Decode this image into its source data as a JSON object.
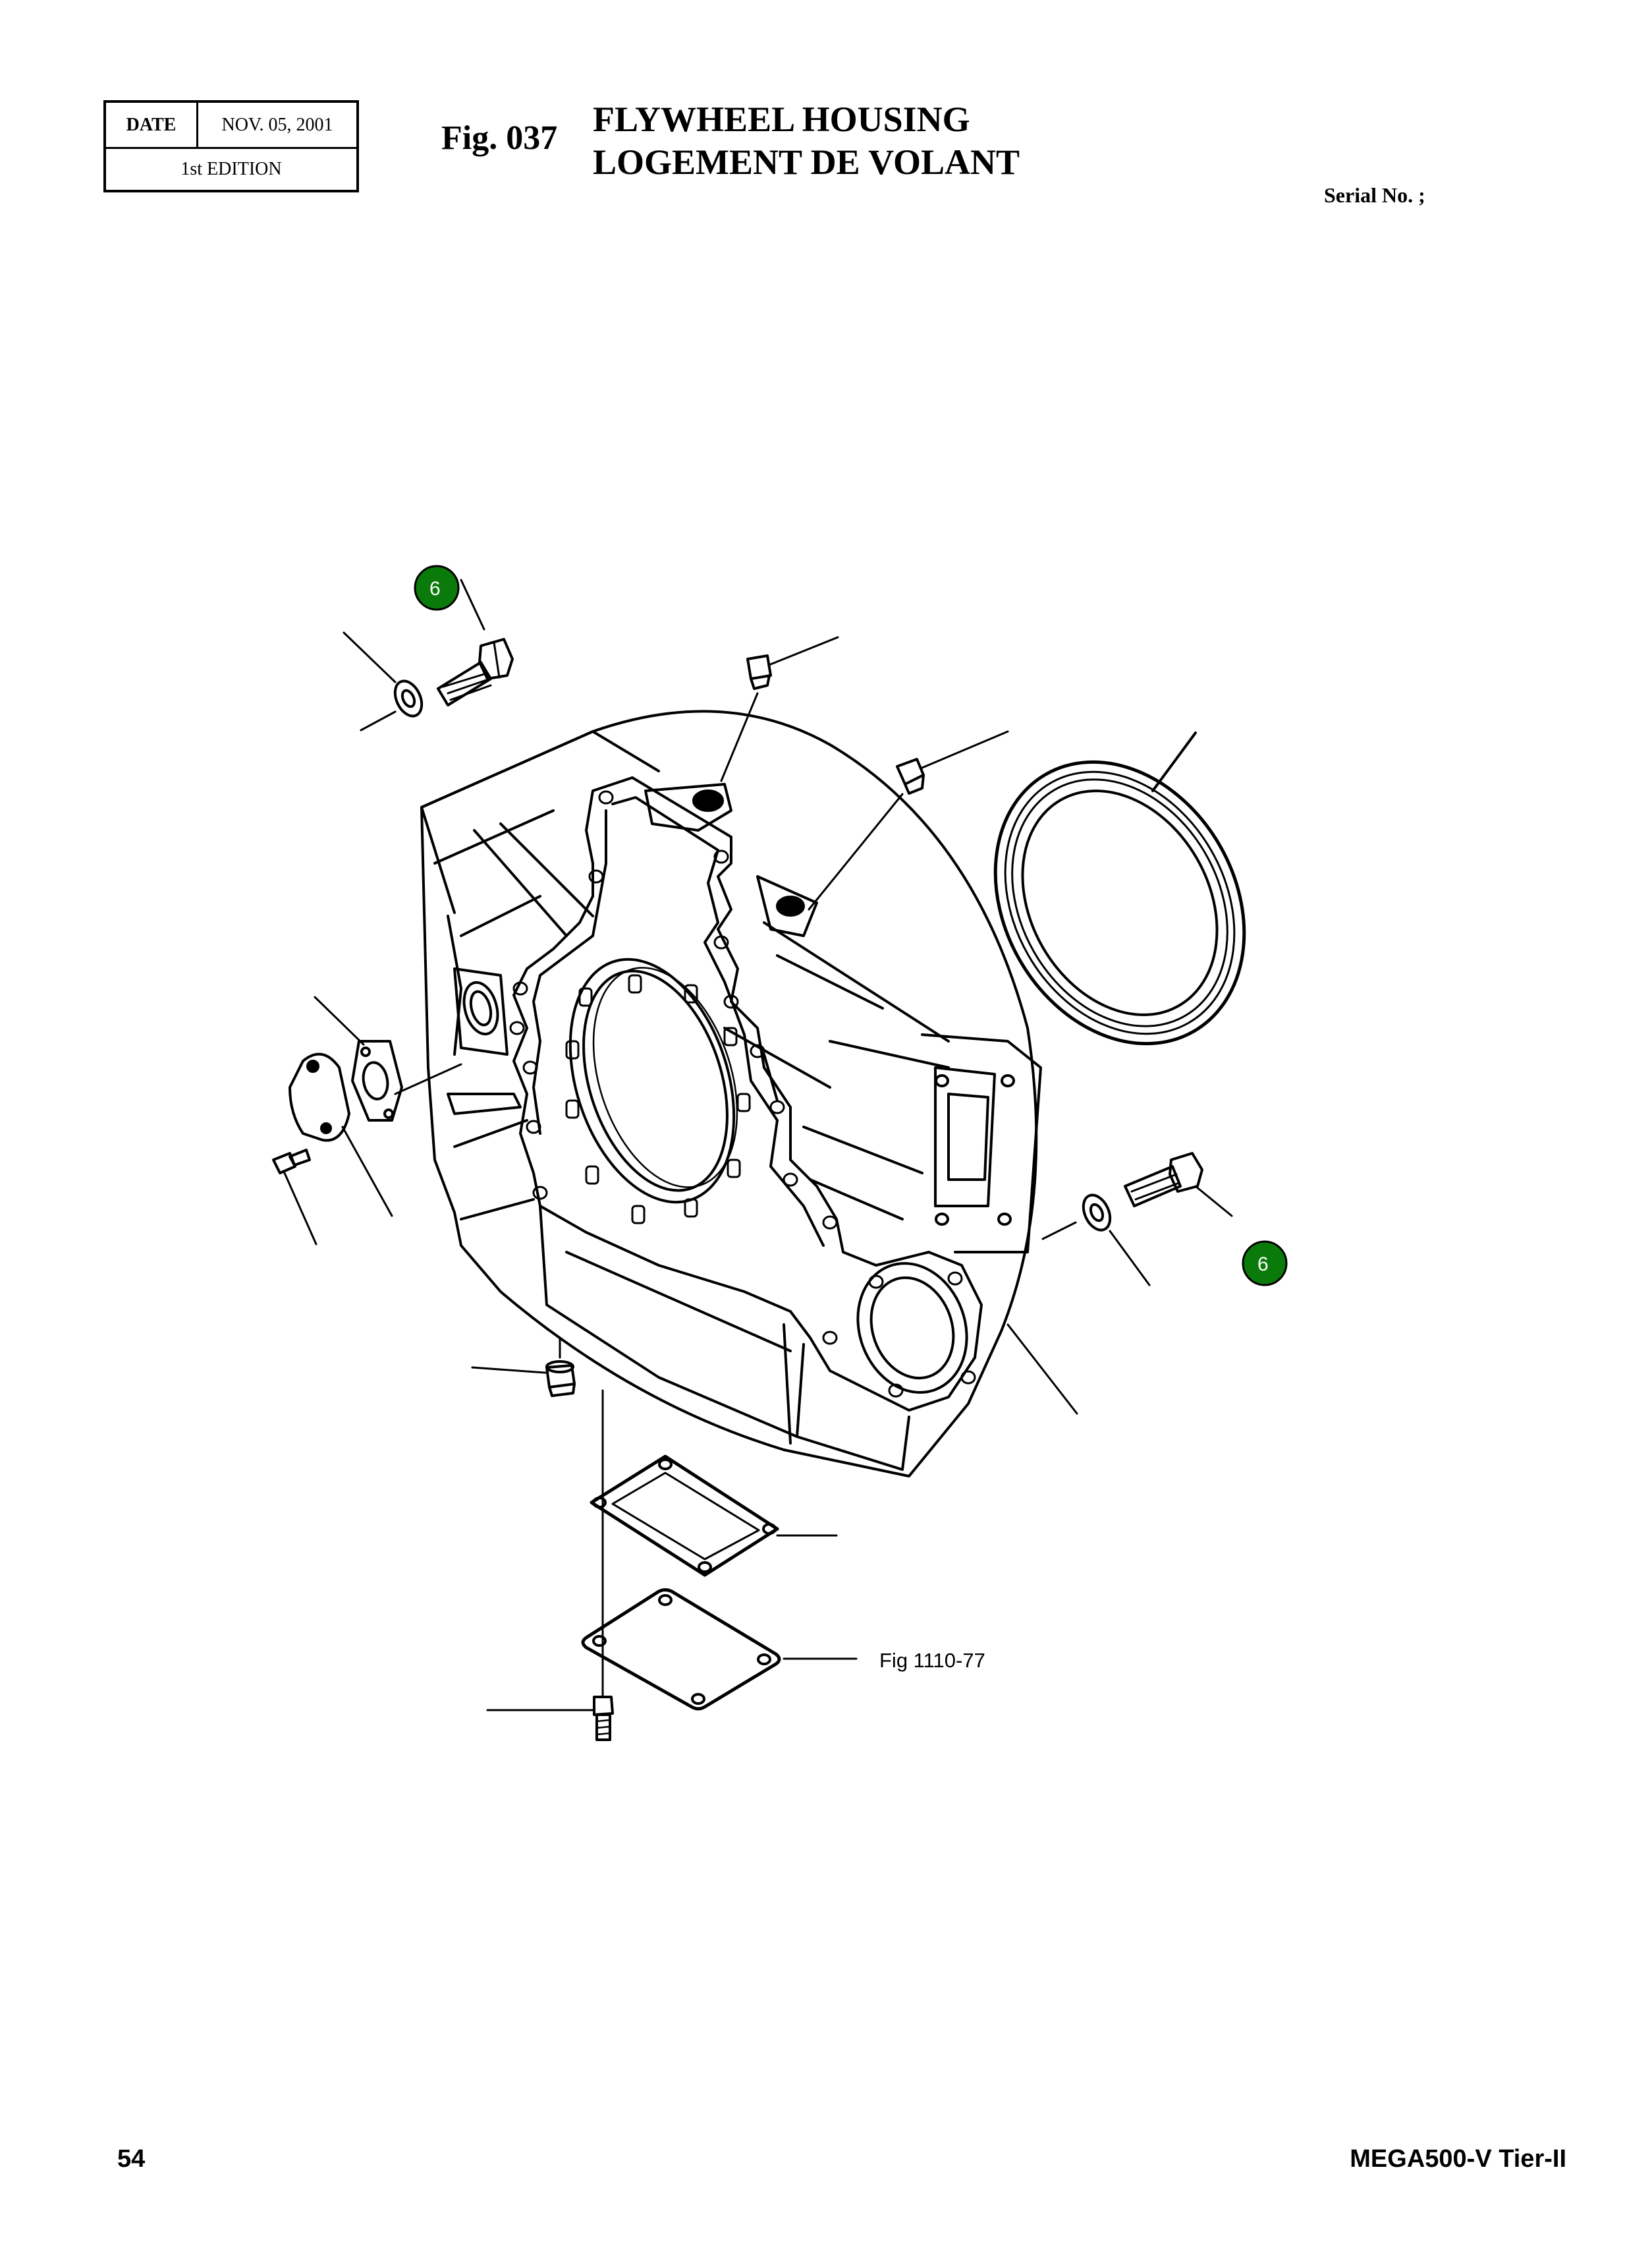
{
  "header": {
    "date_label": "DATE",
    "date_value": "NOV. 05, 2001",
    "edition": "1st EDITION",
    "fig_number": "Fig. 037",
    "title_en": "FLYWHEEL HOUSING",
    "title_fr": "LOGEMENT DE VOLANT",
    "serial": "Serial No. ;"
  },
  "diagram": {
    "callouts": [
      {
        "label": "6",
        "color": "#0a7a0a"
      },
      {
        "label": "6",
        "color": "#0a7a0a"
      }
    ],
    "reference": "Fig 1110-77"
  },
  "footer": {
    "page": "54",
    "model": "MEGA500-V Tier-II"
  }
}
